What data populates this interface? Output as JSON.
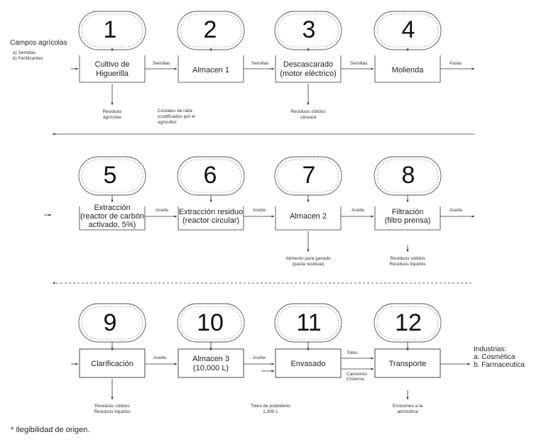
{
  "source": {
    "title": "Campos agrícolas",
    "items": [
      "a) Semillas",
      "b) Fertilizantes"
    ]
  },
  "stages": [
    {
      "number": "1",
      "label": [
        "Cultivo de",
        "Higuerilla"
      ],
      "output": [
        "Residuos",
        "agrícolas"
      ]
    },
    {
      "number": "2",
      "label": [
        "Almacen 1"
      ],
      "output": [
        "Costales de rafia",
        "(codificados por el",
        "agricultor"
      ]
    },
    {
      "number": "3",
      "label": [
        "Descascarado",
        "(motor eléctrico)"
      ],
      "output": [
        "Residuos sólidos",
        "cáscara"
      ]
    },
    {
      "number": "4",
      "label": [
        "Molienda"
      ],
      "output": []
    },
    {
      "number": "5",
      "label": [
        "Extracción",
        "(reactor de carbón",
        "activado, 5%)"
      ],
      "output": []
    },
    {
      "number": "6",
      "label": [
        "Extracción residuo",
        "(reactor circular)"
      ],
      "output": []
    },
    {
      "number": "7",
      "label": [
        "Almacen 2"
      ],
      "output": [
        "Alimento para ganado",
        "(pasta residual)"
      ]
    },
    {
      "number": "8",
      "label": [
        "Filtración",
        "(filtro prensa)"
      ],
      "output": [
        "Residuos sólidos",
        "Residuos líquidos"
      ]
    },
    {
      "number": "9",
      "label": [
        "Clarificación"
      ],
      "output": [
        "Residuos sólidos",
        "Residuos líquidos"
      ]
    },
    {
      "number": "10",
      "label": [
        "Almacen 3",
        "(10,000 L)"
      ],
      "output": []
    },
    {
      "number": "11",
      "label": [
        "Envasado"
      ],
      "output": [
        "Totes de polietileno",
        "1,000 L"
      ]
    },
    {
      "number": "12",
      "label": [
        "Transporte"
      ],
      "output": [
        "Emisiones a la",
        "atmósfera"
      ]
    }
  ],
  "flow_labels": {
    "row1": [
      "Semillas",
      "Semillas",
      "Semillas",
      "Pasta"
    ],
    "row2": [
      "Aceite",
      "Aceite",
      "Aceite",
      "Aceite"
    ],
    "row3": [
      "Aceite",
      "Aceite"
    ],
    "totes": "Totes",
    "camiones": [
      "Camiones",
      "Cisterna"
    ]
  },
  "destination": {
    "title": "Industrias:",
    "items": [
      "a. Cosmética",
      "b. Farmaceutica"
    ]
  },
  "footnote": "* Ilegibilidad de origen."
}
